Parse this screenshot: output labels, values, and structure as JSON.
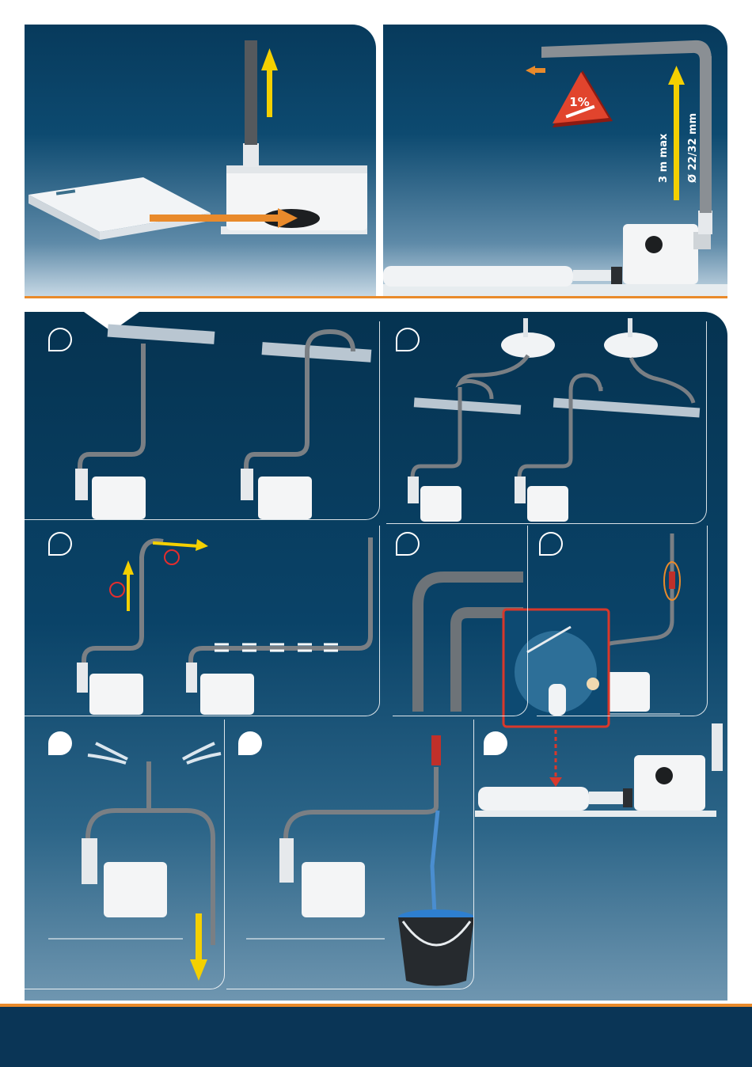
{
  "colors": {
    "background": "#ffffff",
    "panel_top": "#073a5c",
    "accent_orange": "#e98a2b",
    "arrow_yellow": "#f4d000",
    "pipe_grey": "#7a7f84",
    "warning_red": "#d8382b",
    "footer": "#0a3556"
  },
  "top_right": {
    "slope_label": "1%",
    "height_label": "3 m max",
    "diameter_label": "Ø 22/32 mm"
  },
  "icons": [
    "step-bubble-icon",
    "arrow-up-icon",
    "arrow-right-icon",
    "arrow-down-icon",
    "warning-triangle-icon",
    "prohibited-circle-icon",
    "water-spray-icon",
    "bucket-icon"
  ]
}
